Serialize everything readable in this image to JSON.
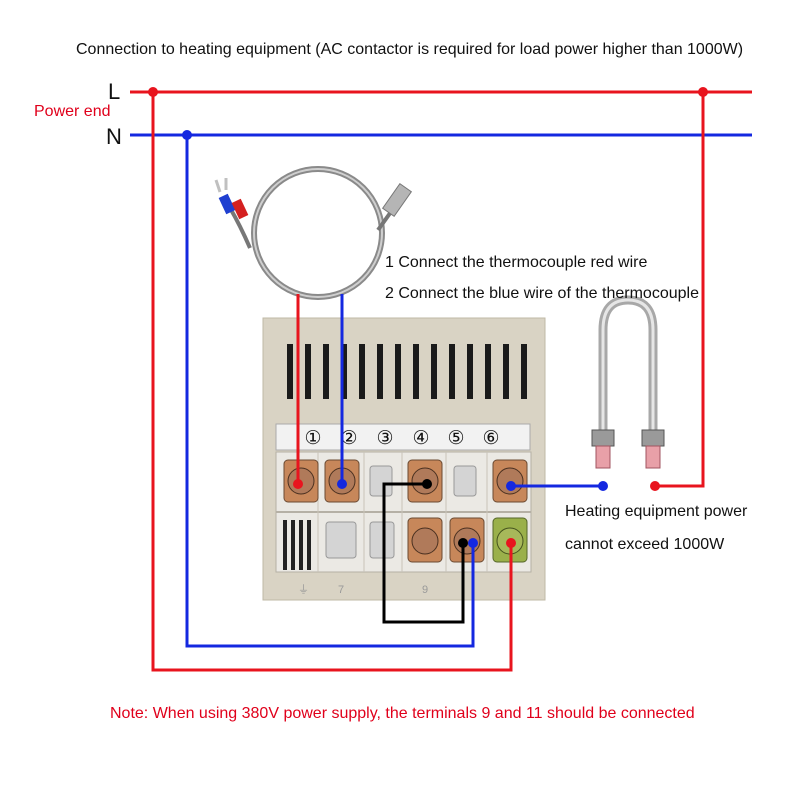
{
  "title": "Connection to heating equipment (AC contactor is required for load power higher than 1000W)",
  "power": {
    "label": "Power end",
    "line_L": "L",
    "line_N": "N"
  },
  "steps": [
    "1 Connect the thermocouple red wire",
    "2 Connect the blue wire of the thermocouple"
  ],
  "terminal_numbers": [
    "①",
    "②",
    "③",
    "④",
    "⑤",
    "⑥"
  ],
  "heater_note": [
    "Heating equipment power",
    "cannot exceed 1000W"
  ],
  "note": "Note: When using 380V power supply, the terminals 9 and 11 should be connected",
  "colors": {
    "live": "#e8141e",
    "neutral": "#1428e0",
    "bridge": "#000000",
    "housing": "#d8d2c2",
    "text_red": "#e0001b"
  }
}
